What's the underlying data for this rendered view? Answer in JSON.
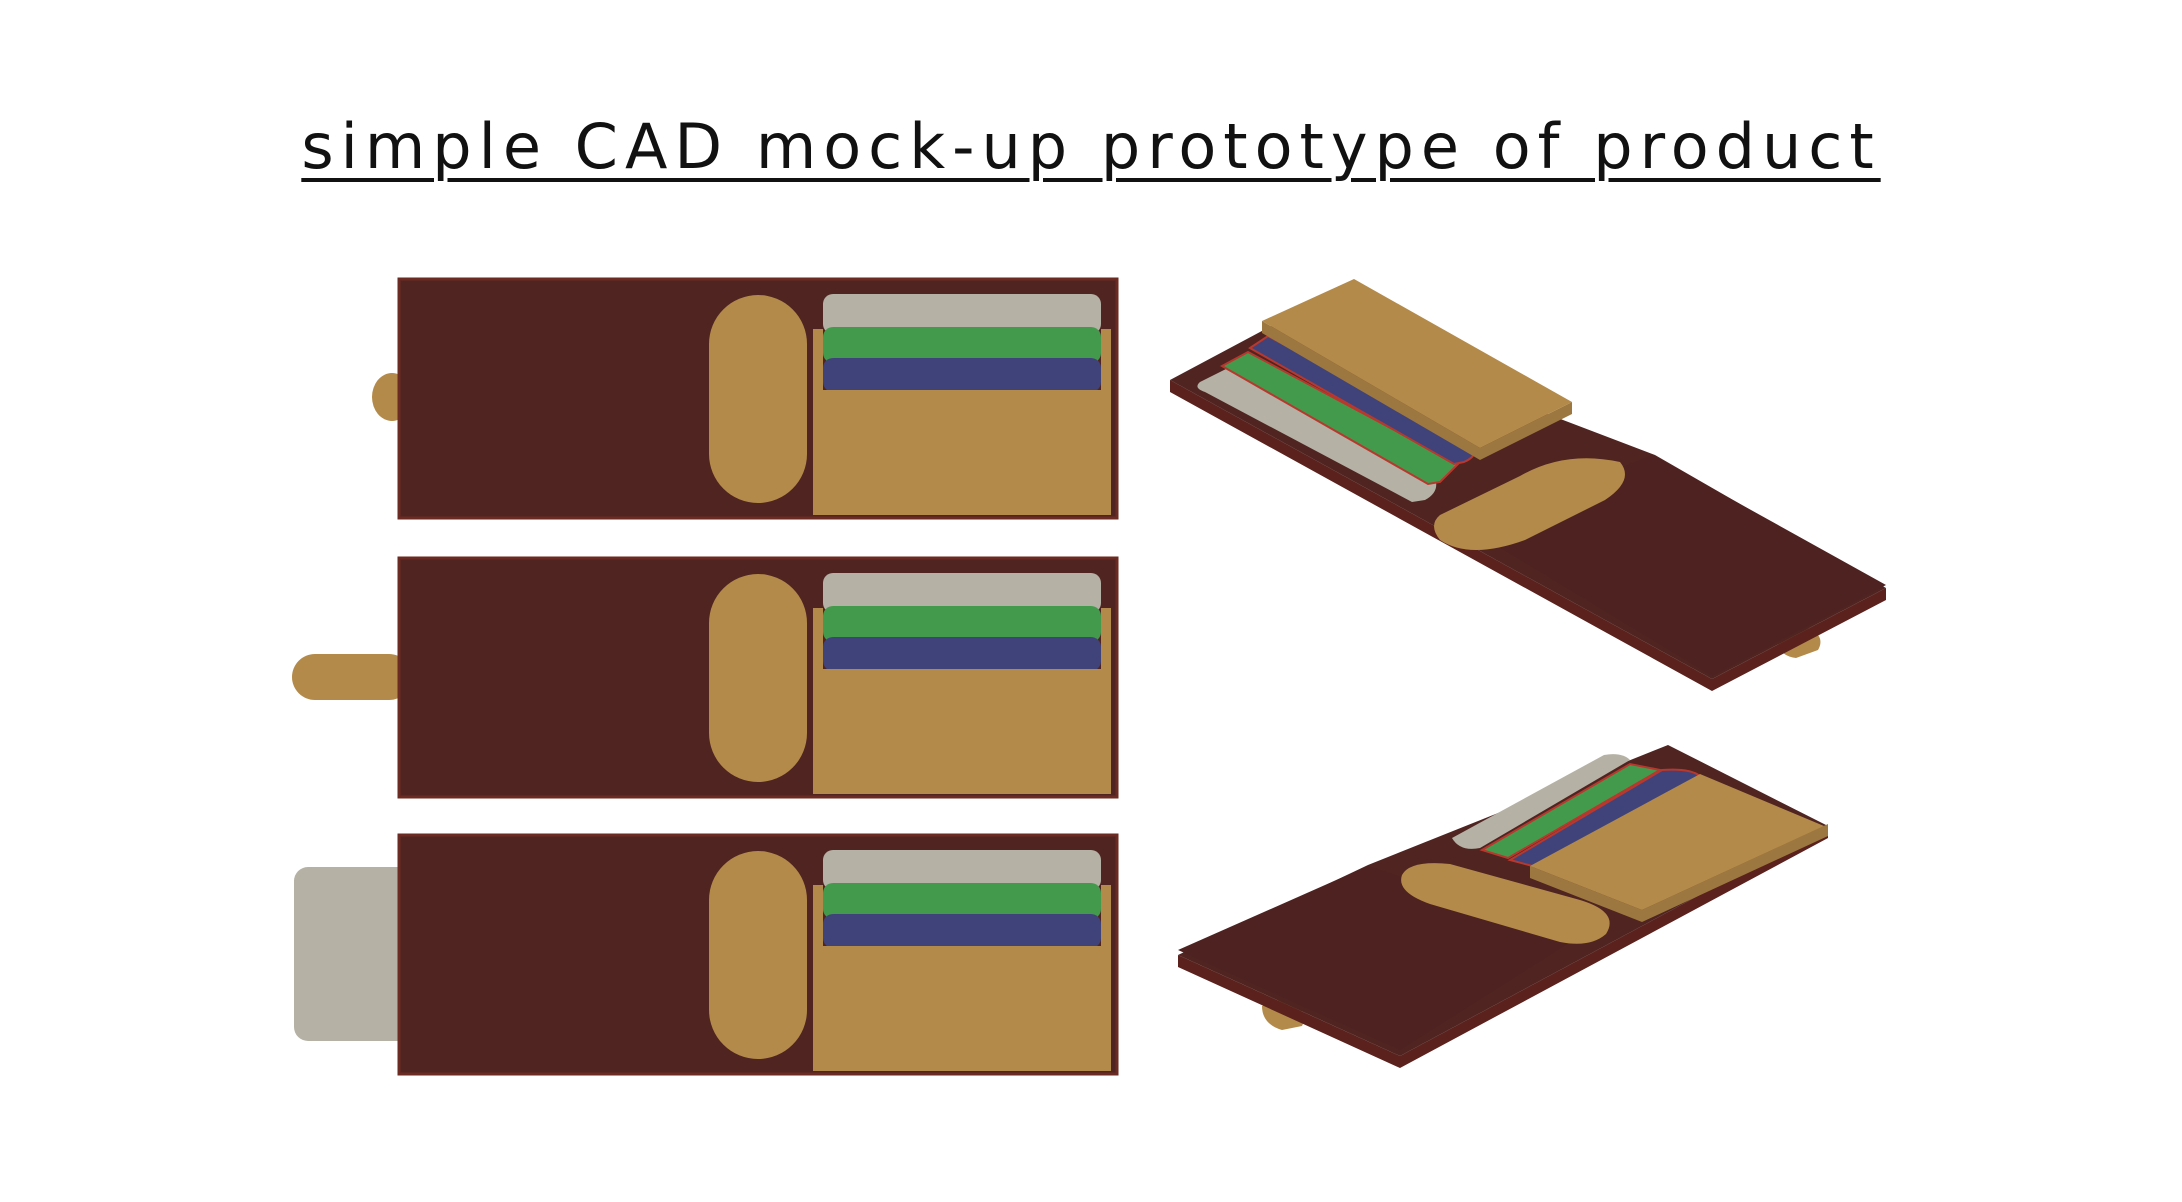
{
  "slide": {
    "title": "simple CAD mock-up prototype of product"
  },
  "colors": {
    "leather": "#4f2421",
    "leather_edge": "#6b2a22",
    "tan": "#b38a49",
    "card_grey": "#b5b1a4",
    "card_green": "#449a4c",
    "card_blue": "#40437a",
    "card_red_edge": "#b8382e"
  },
  "views": {
    "front": [
      "tab-retracted",
      "tab-extended",
      "card-ejected"
    ],
    "iso": [
      "isometric-open-top",
      "isometric-open-bottom"
    ]
  }
}
